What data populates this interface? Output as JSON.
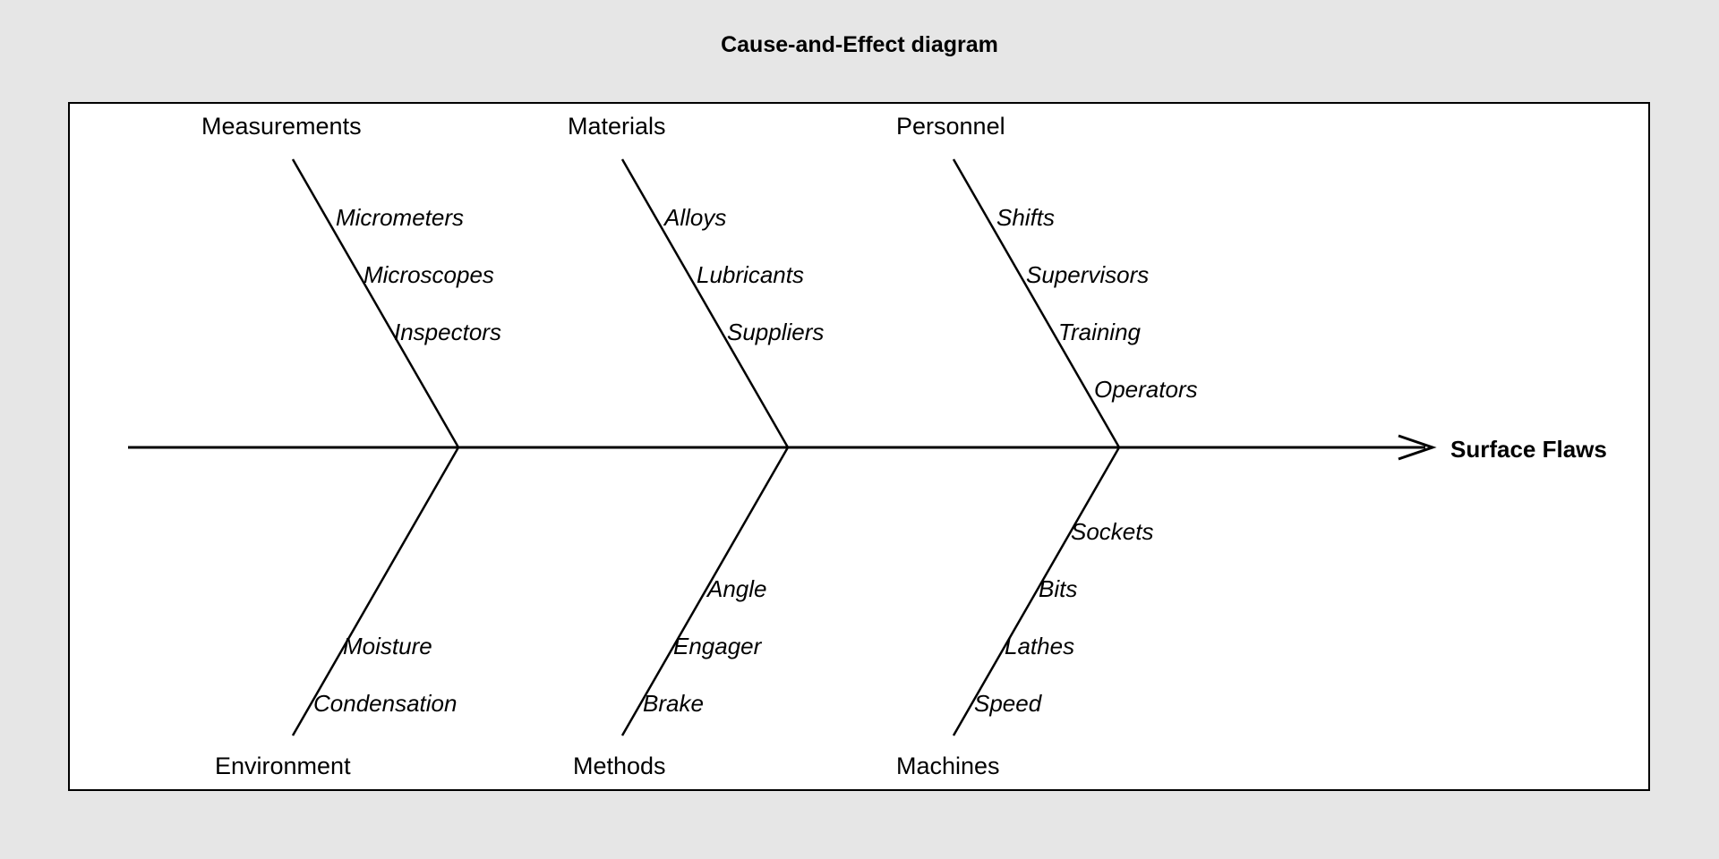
{
  "chart_data": {
    "type": "diagram",
    "diagram_type": "fishbone-ishikawa-cause-and-effect",
    "title": "Cause-and-Effect diagram",
    "effect": "Surface Flaws",
    "groups": [
      {
        "label": "Measurements",
        "position": "top",
        "index": 0,
        "causes": [
          "Micrometers",
          "Microscopes",
          "Inspectors"
        ]
      },
      {
        "label": "Materials",
        "position": "top",
        "index": 1,
        "causes": [
          "Alloys",
          "Lubricants",
          "Suppliers"
        ]
      },
      {
        "label": "Personnel",
        "position": "top",
        "index": 2,
        "causes": [
          "Shifts",
          "Supervisors",
          "Training",
          "Operators"
        ]
      },
      {
        "label": "Environment",
        "position": "bottom",
        "index": 0,
        "causes": [
          "Moisture",
          "Condensation"
        ]
      },
      {
        "label": "Methods",
        "position": "bottom",
        "index": 1,
        "causes": [
          "Angle",
          "Engager",
          "Brake"
        ]
      },
      {
        "label": "Machines",
        "position": "bottom",
        "index": 2,
        "causes": [
          "Sockets",
          "Bits",
          "Lathes",
          "Speed"
        ]
      }
    ],
    "colors": {
      "background": "#e6e6e6",
      "panel": "#ffffff",
      "line": "#000000",
      "text": "#000000"
    }
  },
  "title": {
    "text": "Cause-and-Effect diagram"
  },
  "effect": {
    "label": "Surface Flaws"
  },
  "categories": {
    "measurements": "Measurements",
    "materials": "Materials",
    "personnel": "Personnel",
    "environment": "Environment",
    "methods": "Methods",
    "machines": "Machines"
  },
  "causes": {
    "measurements": {
      "c0": "Micrometers",
      "c1": "Microscopes",
      "c2": "Inspectors"
    },
    "materials": {
      "c0": "Alloys",
      "c1": "Lubricants",
      "c2": "Suppliers"
    },
    "personnel": {
      "c0": "Shifts",
      "c1": "Supervisors",
      "c2": "Training",
      "c3": "Operators"
    },
    "environment": {
      "c0": "Moisture",
      "c1": "Condensation"
    },
    "methods": {
      "c0": "Angle",
      "c1": "Engager",
      "c2": "Brake"
    },
    "machines": {
      "c0": "Sockets",
      "c1": "Bits",
      "c2": "Lathes",
      "c3": "Speed"
    }
  }
}
